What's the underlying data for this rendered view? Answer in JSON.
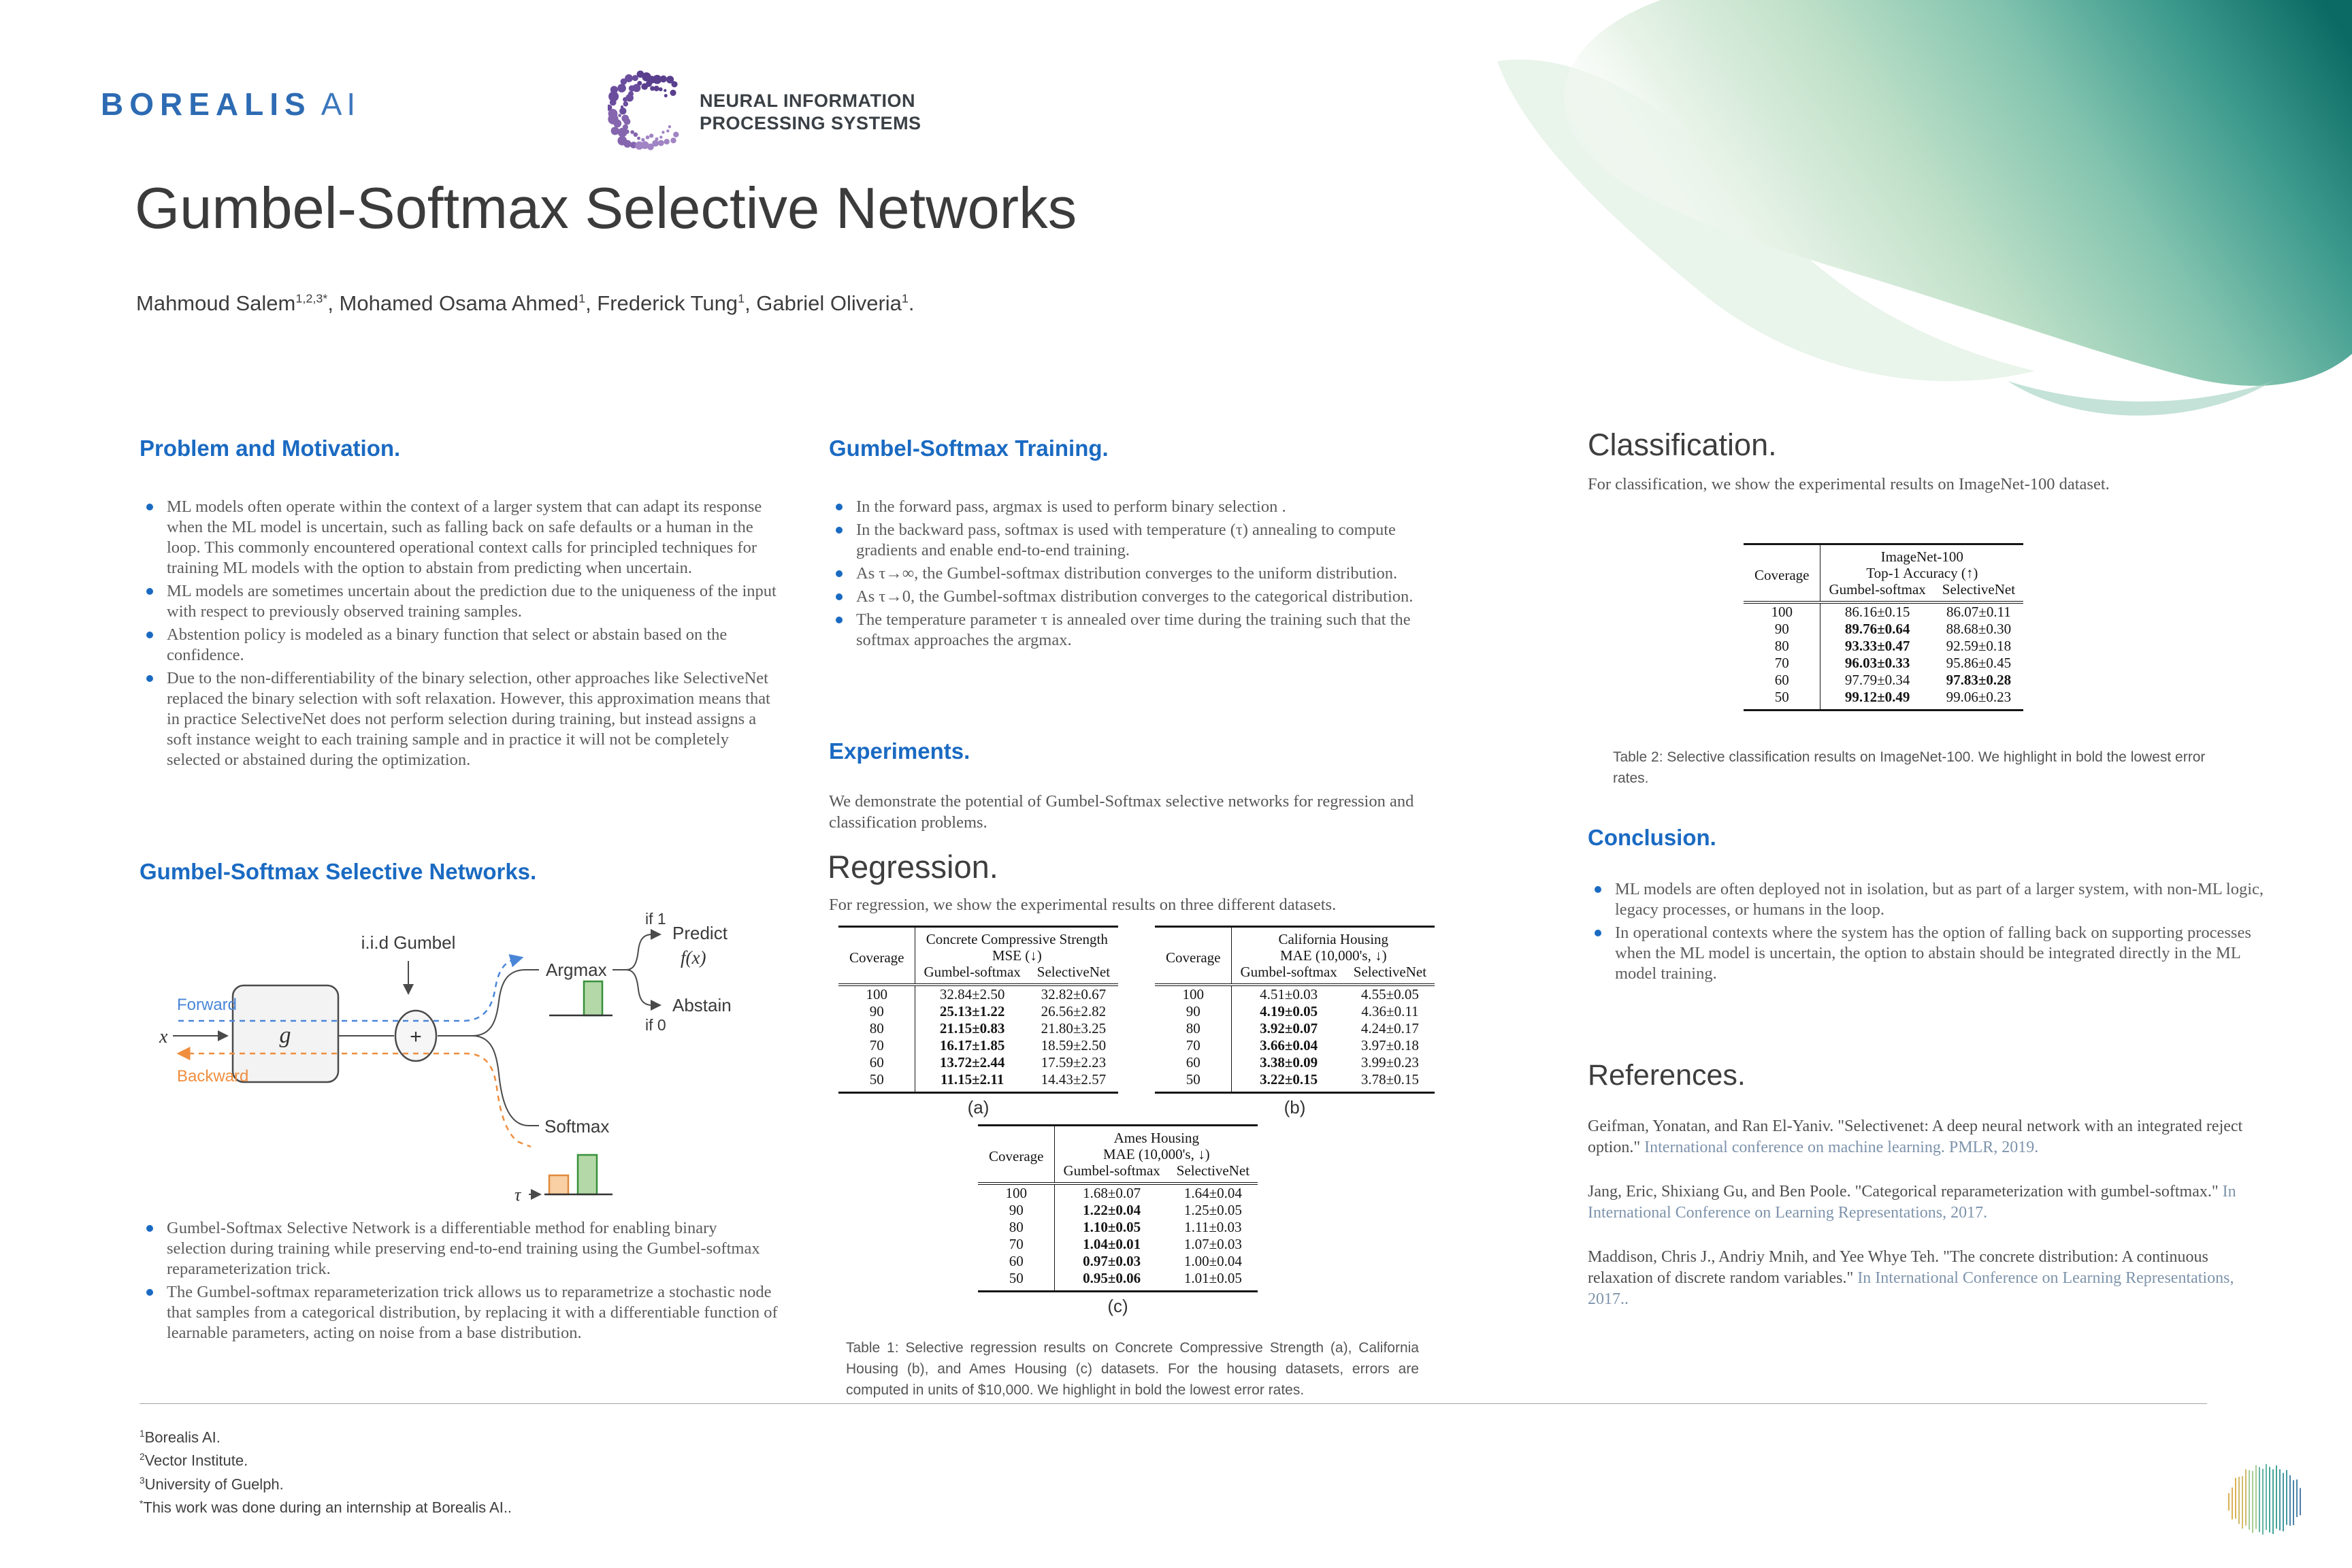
{
  "colors": {
    "accent_blue": "#1a6ac2",
    "borealis_blue": "#2d6bb3",
    "link_blue_gray": "#7d93ab",
    "forward_blue": "#4a86d8",
    "backward_orange": "#ef8e3f",
    "bar_green_fill": "#b4d8a8",
    "bar_green_stroke": "#37903b",
    "bar_orange_fill": "#f9cfa4",
    "bar_orange_stroke": "#e08a3c",
    "blob_teal_dark": "#0b6b64",
    "blob_green_light": "#d9ecda"
  },
  "header": {
    "borealis": {
      "part1": "BOREALIS",
      "part2": "AI"
    },
    "neurips": {
      "line1": "NEURAL INFORMATION",
      "line2": "PROCESSING SYSTEMS"
    },
    "title": "Gumbel-Softmax Selective Networks",
    "authors": [
      {
        "name": "Mahmoud Salem",
        "sup": "1,2,3*",
        "sep": ", "
      },
      {
        "name": "Mohamed Osama Ahmed",
        "sup": "1",
        "sep": ", "
      },
      {
        "name": "Frederick Tung",
        "sup": "1",
        "sep": ", "
      },
      {
        "name": "Gabriel Oliveria",
        "sup": "1",
        "sep": "."
      }
    ]
  },
  "sections": {
    "problem": {
      "heading": "Problem and Motivation.",
      "bullets": [
        "ML models often operate within the context of a larger system that can adapt its response when the ML model is uncertain, such as falling back on safe defaults or a human in the loop. This commonly encountered operational context calls for principled techniques for training ML models with the option to abstain from predicting when uncertain.",
        "ML models are sometimes uncertain about the prediction due to the uniqueness of the input with respect to previously observed training samples.",
        "Abstention policy is modeled as a binary function that select or abstain based on the confidence.",
        "Due to the non-differentiability of the binary selection, other approaches like SelectiveNet replaced the binary selection with soft relaxation.  However, this approximation means that in practice SelectiveNet does not perform selection during training, but instead assigns a soft instance weight to each training sample and in practice it will not be completely selected or abstained during the optimization."
      ]
    },
    "gsn": {
      "heading": "Gumbel-Softmax Selective Networks.",
      "bullets": [
        "Gumbel-Softmax Selective Network is a  differentiable method for enabling binary selection during training while preserving end-to-end training using the Gumbel-softmax reparameterization trick.",
        "The Gumbel-softmax reparameterization trick allows us to reparametrize a stochastic node that samples from a categorical distribution, by replacing it with a differentiable function of learnable parameters, acting on noise from a base distribution."
      ]
    },
    "training": {
      "heading": "Gumbel-Softmax Training.",
      "bullets": [
        "In the forward pass, argmax  is used to perform binary selection .",
        "In the backward pass, softmax is used with temperature (τ) annealing to compute gradients and enable end-to-end training.",
        "As τ→∞, the Gumbel-softmax distribution converges to the uniform distribution.",
        "As τ→0, the Gumbel-softmax distribution converges to the categorical distribution.",
        "The temperature parameter τ is annealed over time during the training such that the softmax approaches the argmax."
      ]
    },
    "experiments": {
      "heading": "Experiments.",
      "intro": "We demonstrate the potential of Gumbel-Softmax selective networks for regression and classification problems."
    },
    "regression": {
      "heading": "Regression.",
      "intro": "For regression, we show the experimental results on three different datasets.",
      "caption": "Table 1: Selective regression results on Concrete Compressive Strength (a), California Housing (b), and Ames Housing (c) datasets. For the housing datasets, errors are computed in units of $10,000. We highlight in bold the lowest error rates."
    },
    "classification": {
      "heading": "Classification.",
      "intro": "For classification, we show the experimental results on ImageNet-100 dataset.",
      "caption": "Table 2: Selective classification results on ImageNet-100. We highlight in bold the lowest error rates."
    },
    "conclusion": {
      "heading": "Conclusion.",
      "bullets": [
        "ML models are often deployed not in isolation, but as part of a larger system, with non-ML logic, legacy processes, or humans in the loop.",
        "In operational contexts where the system has the option of falling back on supporting processes when the ML model is uncertain, the option to abstain should be integrated directly in the ML model training."
      ]
    },
    "references": {
      "heading": "References.",
      "items": [
        {
          "text": "Geifman, Yonatan, and Ran El-Yaniv. \"Selectivenet: A deep neural network with an integrated reject option.\" ",
          "link": "International conference on machine learning. PMLR, 2019."
        },
        {
          "text": "Jang, Eric, Shixiang Gu, and Ben Poole. \"Categorical reparameterization with gumbel-softmax.\" ",
          "link": "In International Conference on Learning Representations, 2017."
        },
        {
          "text": "Maddison, Chris J., Andriy Mnih, and Yee Whye Teh. \"The concrete distribution: A continuous relaxation of discrete random variables.\" ",
          "link": "In International Conference on Learning Representations, 2017.."
        }
      ]
    }
  },
  "diagram": {
    "iid": "i.i.d Gumbel",
    "x": "x",
    "g": "g",
    "plus": "+",
    "forward": "Forward",
    "backward": "Backward",
    "argmax": "Argmax",
    "softmax": "Softmax",
    "if1": "if 1",
    "if0": "if 0",
    "predict": "Predict",
    "fx": "f(x)",
    "abstain": "Abstain",
    "tau": "τ"
  },
  "tables": {
    "a": {
      "label": "(a)",
      "coverage_header": "Coverage",
      "dataset": "Concrete Compressive Strength",
      "metric": "MSE (↓)",
      "col1": "Gumbel-softmax",
      "col2": "SelectiveNet",
      "rows": [
        {
          "coverage": "100",
          "gs": "32.84±2.50",
          "gs_bold": false,
          "sn": "32.82±0.67",
          "sn_bold": false
        },
        {
          "coverage": "90",
          "gs": "25.13±1.22",
          "gs_bold": true,
          "sn": "26.56±2.82",
          "sn_bold": false
        },
        {
          "coverage": "80",
          "gs": "21.15±0.83",
          "gs_bold": true,
          "sn": "21.80±3.25",
          "sn_bold": false
        },
        {
          "coverage": "70",
          "gs": "16.17±1.85",
          "gs_bold": true,
          "sn": "18.59±2.50",
          "sn_bold": false
        },
        {
          "coverage": "60",
          "gs": "13.72±2.44",
          "gs_bold": true,
          "sn": "17.59±2.23",
          "sn_bold": false
        },
        {
          "coverage": "50",
          "gs": "11.15±2.11",
          "gs_bold": true,
          "sn": "14.43±2.57",
          "sn_bold": false
        }
      ]
    },
    "b": {
      "label": "(b)",
      "coverage_header": "Coverage",
      "dataset": "California Housing",
      "metric": "MAE (10,000's, ↓)",
      "col1": "Gumbel-softmax",
      "col2": "SelectiveNet",
      "rows": [
        {
          "coverage": "100",
          "gs": "4.51±0.03",
          "gs_bold": false,
          "sn": "4.55±0.05",
          "sn_bold": false
        },
        {
          "coverage": "90",
          "gs": "4.19±0.05",
          "gs_bold": true,
          "sn": "4.36±0.11",
          "sn_bold": false
        },
        {
          "coverage": "80",
          "gs": "3.92±0.07",
          "gs_bold": true,
          "sn": "4.24±0.17",
          "sn_bold": false
        },
        {
          "coverage": "70",
          "gs": "3.66±0.04",
          "gs_bold": true,
          "sn": "3.97±0.18",
          "sn_bold": false
        },
        {
          "coverage": "60",
          "gs": "3.38±0.09",
          "gs_bold": true,
          "sn": "3.99±0.23",
          "sn_bold": false
        },
        {
          "coverage": "50",
          "gs": "3.22±0.15",
          "gs_bold": true,
          "sn": "3.78±0.15",
          "sn_bold": false
        }
      ]
    },
    "c": {
      "label": "(c)",
      "coverage_header": "Coverage",
      "dataset": "Ames Housing",
      "metric": "MAE (10,000's, ↓)",
      "col1": "Gumbel-softmax",
      "col2": "SelectiveNet",
      "rows": [
        {
          "coverage": "100",
          "gs": "1.68±0.07",
          "gs_bold": false,
          "sn": "1.64±0.04",
          "sn_bold": false
        },
        {
          "coverage": "90",
          "gs": "1.22±0.04",
          "gs_bold": true,
          "sn": "1.25±0.05",
          "sn_bold": false
        },
        {
          "coverage": "80",
          "gs": "1.10±0.05",
          "gs_bold": true,
          "sn": "1.11±0.03",
          "sn_bold": false
        },
        {
          "coverage": "70",
          "gs": "1.04±0.01",
          "gs_bold": true,
          "sn": "1.07±0.03",
          "sn_bold": false
        },
        {
          "coverage": "60",
          "gs": "0.97±0.03",
          "gs_bold": true,
          "sn": "1.00±0.04",
          "sn_bold": false
        },
        {
          "coverage": "50",
          "gs": "0.95±0.06",
          "gs_bold": true,
          "sn": "1.01±0.05",
          "sn_bold": false
        }
      ]
    },
    "imagenet": {
      "coverage_header": "Coverage",
      "dataset": "ImageNet-100",
      "metric": "Top-1 Accuracy (↑)",
      "col1": "Gumbel-softmax",
      "col2": "SelectiveNet",
      "rows": [
        {
          "coverage": "100",
          "gs": "86.16±0.15",
          "gs_bold": false,
          "sn": "86.07±0.11",
          "sn_bold": false
        },
        {
          "coverage": "90",
          "gs": "89.76±0.64",
          "gs_bold": true,
          "sn": "88.68±0.30",
          "sn_bold": false
        },
        {
          "coverage": "80",
          "gs": "93.33±0.47",
          "gs_bold": true,
          "sn": "92.59±0.18",
          "sn_bold": false
        },
        {
          "coverage": "70",
          "gs": "96.03±0.33",
          "gs_bold": true,
          "sn": "95.86±0.45",
          "sn_bold": false
        },
        {
          "coverage": "60",
          "gs": "97.79±0.34",
          "gs_bold": false,
          "sn": "97.83±0.28",
          "sn_bold": true
        },
        {
          "coverage": "50",
          "gs": "99.12±0.49",
          "gs_bold": true,
          "sn": "99.06±0.23",
          "sn_bold": false
        }
      ]
    }
  },
  "footnotes": [
    {
      "sup": "1",
      "text": "Borealis AI."
    },
    {
      "sup": "2",
      "text": "Vector Institute."
    },
    {
      "sup": "3",
      "text": "University of Guelph."
    },
    {
      "sup": "*",
      "text": "This work was done during an internship at Borealis AI.."
    }
  ]
}
